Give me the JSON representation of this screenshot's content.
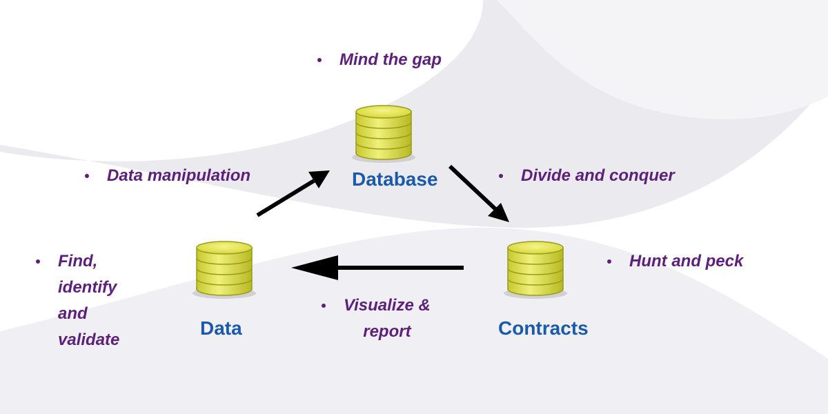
{
  "colors": {
    "note_text": "#5c1f7a",
    "node_label": "#1a5aa8",
    "database_fill": "#e6e85a",
    "database_stroke": "#9a9a1e",
    "arrow": "#000000",
    "background_swoosh": "#e9e9ee"
  },
  "nodes": {
    "database": {
      "label": "Database",
      "icon": "database-icon"
    },
    "data": {
      "label": "Data",
      "icon": "database-icon"
    },
    "contracts": {
      "label": "Contracts",
      "icon": "database-icon"
    }
  },
  "notes": {
    "mind_gap": "Mind the gap",
    "data_manipulation": "Data manipulation",
    "divide_conquer": "Divide and conquer",
    "hunt_peck": "Hunt and peck",
    "find_identify": "Find,\nidentify\nand\nvalidate",
    "visualize_report": "Visualize &\nreport"
  },
  "arrows": [
    {
      "from": "data",
      "to": "database"
    },
    {
      "from": "database",
      "to": "contracts"
    },
    {
      "from": "contracts",
      "to": "data"
    }
  ]
}
